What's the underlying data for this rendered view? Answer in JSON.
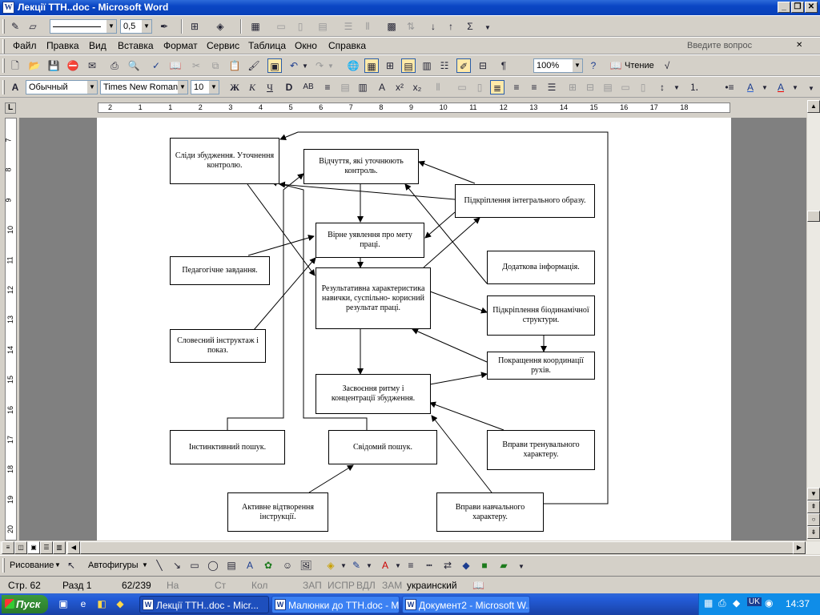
{
  "window": {
    "title": "Лекції ТТН..doc - Microsoft Word",
    "app_icon_letter": "W"
  },
  "toolbar_tables": {
    "line_weight": "0,5"
  },
  "menu": {
    "items": [
      "Файл",
      "Правка",
      "Вид",
      "Вставка",
      "Формат",
      "Сервис",
      "Таблица",
      "Окно",
      "Справка"
    ],
    "help_placeholder": "Введите вопрос"
  },
  "standard_toolbar": {
    "zoom": "100%",
    "reading_label": "Чтение"
  },
  "formatting_toolbar": {
    "style": "Обычный",
    "font": "Times New Roman",
    "size": "10"
  },
  "ruler": {
    "h_ticks": [
      "2",
      "1",
      "1",
      "2",
      "3",
      "4",
      "5",
      "6",
      "7",
      "8",
      "9",
      "10",
      "11",
      "12",
      "13",
      "14",
      "15",
      "16",
      "17",
      "18"
    ],
    "v_ticks": [
      "7",
      "8",
      "9",
      "10",
      "11",
      "12",
      "13",
      "14",
      "15",
      "16",
      "17",
      "18",
      "19",
      "20"
    ]
  },
  "diagram": {
    "boxes": {
      "b1": "Сліди збудження. Уточнення контролю.",
      "b2": "Відчуття, які уточнюють контроль.",
      "b3": "Підкріплення інтегрального образу.",
      "b4": "Вірне уявлення про мету праці.",
      "b5": "Педагогічне завдання.",
      "b6": "Додаткова інформація.",
      "b7": "Результативна характеристика навички, суспільно- корисний результат праці.",
      "b8": "Підкріплення біодинамічної структури.",
      "b9": "Словесний інструктаж і показ.",
      "b10": "Покращення координації рухів.",
      "b11": "Засвоєння ритму і концентрації збудження.",
      "b12": "Інстинктивний пошук.",
      "b13": "Свідомий пошук.",
      "b14": "Вправи тренувального характеру.",
      "b15": "Активне відтворення інструкції.",
      "b16": "Вправи навчального характеру."
    }
  },
  "drawing_toolbar": {
    "draw_label": "Рисование",
    "autoshapes_label": "Автофигуры"
  },
  "status": {
    "page": "Стр.  62",
    "section": "Разд  1",
    "pages": "62/239",
    "at": "На",
    "line": "Ст",
    "col": "Кол",
    "rec": "ЗАП",
    "trk": "ИСПР",
    "ext": "ВДЛ",
    "ovr": "ЗАМ",
    "language": "украинский"
  },
  "taskbar": {
    "start": "Пуск",
    "buttons": [
      "Лекції ТТН..doc - Micr...",
      "Малюнки до ТТН.doc - M...",
      "Документ2 - Microsoft W..."
    ],
    "lang": "UK",
    "clock": "14:37"
  }
}
